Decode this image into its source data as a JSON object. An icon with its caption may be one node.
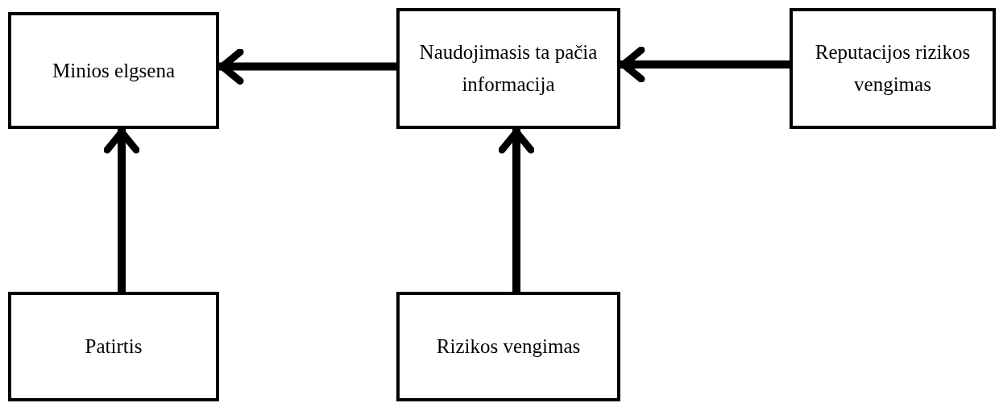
{
  "diagram": {
    "nodes": [
      {
        "text": [
          "Minios elgsena"
        ]
      },
      {
        "text": [
          "Naudojimasis ta pačia informacija"
        ]
      },
      {
        "text": [
          "Reputacijos rizikos vengimas"
        ]
      },
      {
        "text": [
          "Patirtis"
        ]
      },
      {
        "text": [
          "Rizikos vengimas"
        ]
      }
    ],
    "edges": [
      {
        "from": 1,
        "to": 0,
        "arrow": "to"
      },
      {
        "from": 2,
        "to": 1,
        "arrow": "to"
      },
      {
        "from": 3,
        "to": 0,
        "arrow": "to"
      },
      {
        "from": 4,
        "to": 1,
        "arrow": "to"
      }
    ]
  }
}
